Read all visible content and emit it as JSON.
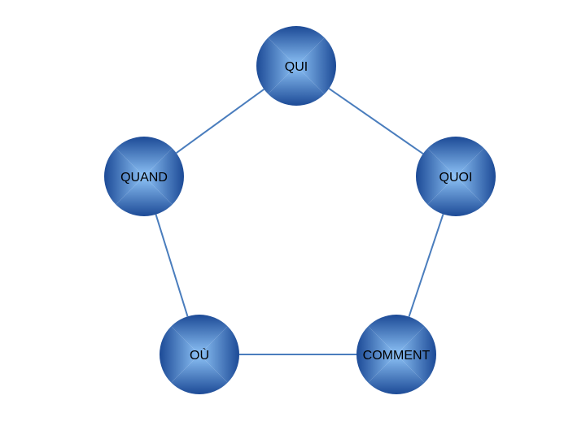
{
  "diagram": {
    "nodes": [
      {
        "id": "qui",
        "label": "QUI"
      },
      {
        "id": "quoi",
        "label": "QUOI"
      },
      {
        "id": "comment",
        "label": "COMMENT"
      },
      {
        "id": "ou",
        "label": "OÙ"
      },
      {
        "id": "quand",
        "label": "QUAND"
      }
    ],
    "edges": [
      [
        "qui",
        "quoi"
      ],
      [
        "quoi",
        "comment"
      ],
      [
        "comment",
        "ou"
      ],
      [
        "ou",
        "quand"
      ],
      [
        "quand",
        "qui"
      ]
    ],
    "colors": {
      "edge": "#4a7dbd",
      "node_dark": "#1c4a96",
      "node_light": "#8ec3f7"
    }
  }
}
